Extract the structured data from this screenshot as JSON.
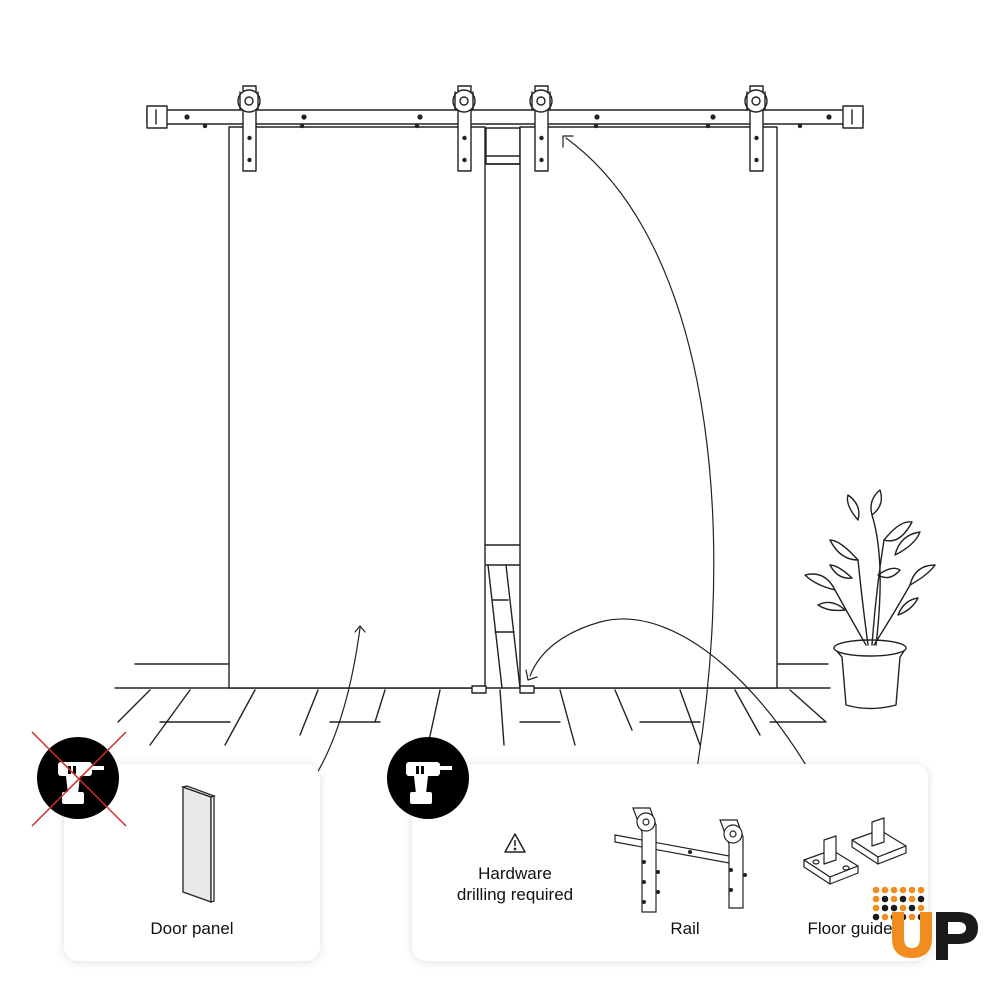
{
  "labels": {
    "door_panel": "Door panel",
    "hardware_line1": "Hardware",
    "hardware_line2": "drilling required",
    "rail": "Rail",
    "floor_guide": "Floor guide"
  },
  "icons": {
    "no_drill": "no-drill-icon",
    "drill": "drill-icon",
    "warning": "warning-icon",
    "logo": "up-logo"
  },
  "colors": {
    "line": "#222222",
    "badge": "#000000",
    "no_drill_cross": "#d22b2b",
    "logo_orange": "#f28c1e",
    "logo_dark": "#1a1a1a"
  }
}
